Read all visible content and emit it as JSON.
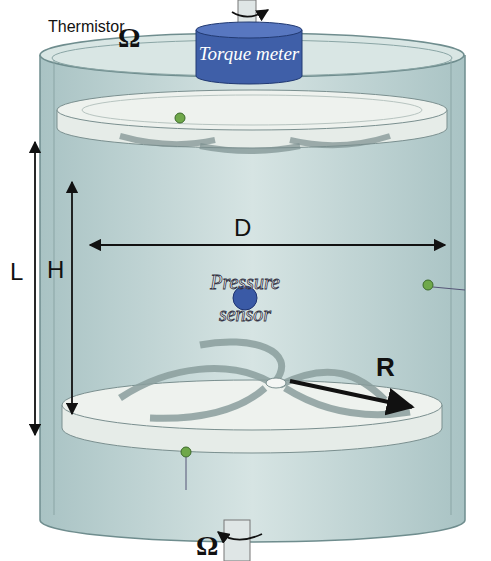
{
  "diagram": {
    "nodes": [
      {
        "text": [
          "Torque meter"
        ]
      },
      {
        "text": [
          "Pressure sensor"
        ]
      }
    ],
    "labels": [
      "Ω",
      "Thermistor",
      "L",
      "H",
      "D",
      "R",
      "Ω"
    ]
  }
}
